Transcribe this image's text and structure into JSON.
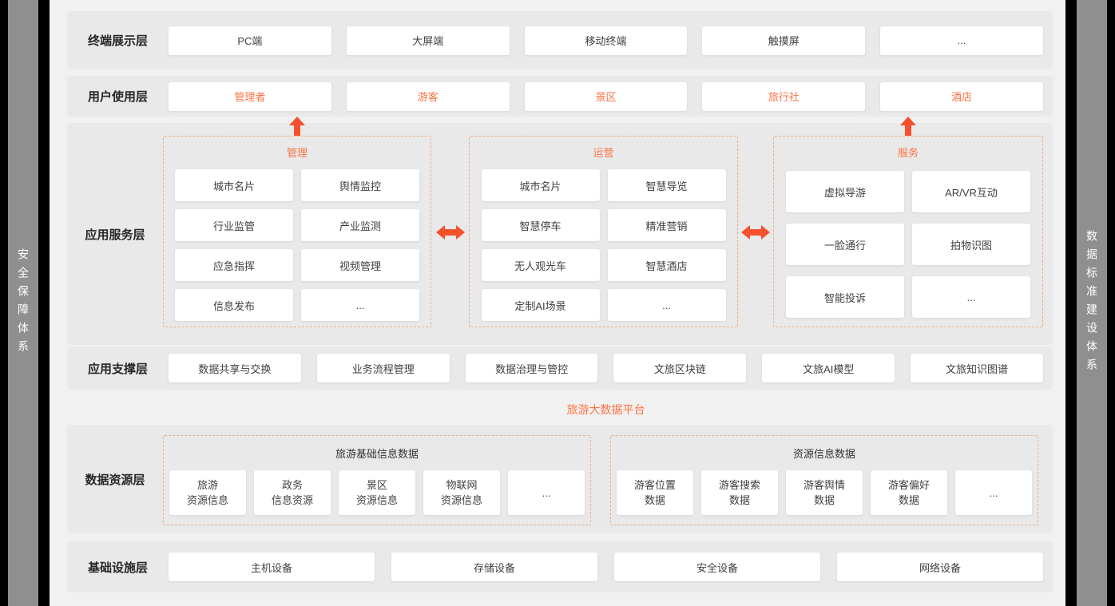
{
  "theme": {
    "accent_text": "#ff7243",
    "arrow_color": "#f4502c",
    "dashed_border": "#e9b089",
    "sidebar_bg": "#8f8f8f",
    "panel_bg": "#e9e9e9",
    "page_bg": "#f1f1f1"
  },
  "sidebars": {
    "left": "安全保障体系",
    "right": "数据标准建设体系"
  },
  "layers": {
    "terminal": {
      "label": "终端展示层",
      "items": [
        "PC端",
        "大屏端",
        "移动终端",
        "触摸屏",
        "..."
      ]
    },
    "users": {
      "label": "用户使用层",
      "items": [
        "管理者",
        "游客",
        "景区",
        "旅行社",
        "酒店"
      ]
    },
    "app_service": {
      "label": "应用服务层",
      "groups": [
        {
          "title": "管理",
          "items": [
            "城市名片",
            "舆情监控",
            "行业监管",
            "产业监测",
            "应急指挥",
            "视频管理",
            "信息发布",
            "..."
          ]
        },
        {
          "title": "运营",
          "items": [
            "城市名片",
            "智慧导览",
            "智慧停车",
            "精准营销",
            "无人观光车",
            "智慧酒店",
            "定制AI场景",
            "..."
          ]
        },
        {
          "title": "服务",
          "items": [
            "虚拟导游",
            "AR/VR互动",
            "一脸通行",
            "拍物识图",
            "智能投诉",
            "..."
          ]
        }
      ]
    },
    "app_support": {
      "label": "应用支撑层",
      "items": [
        "数据共享与交换",
        "业务流程管理",
        "数据治理与管控",
        "文旅区块链",
        "文旅AI模型",
        "文旅知识图谱"
      ]
    },
    "platform": {
      "label": "旅游大数据平台"
    },
    "data_resource": {
      "label": "数据资源层",
      "groups": [
        {
          "title": "旅游基础信息数据",
          "items": [
            "旅游\n资源信息",
            "政务\n信息资源",
            "景区\n资源信息",
            "物联网\n资源信息",
            "..."
          ]
        },
        {
          "title": "资源信息数据",
          "items": [
            "游客位置\n数据",
            "游客搜索\n数据",
            "游客舆情\n数据",
            "游客偏好\n数据",
            "..."
          ]
        }
      ]
    },
    "infrastructure": {
      "label": "基础设施层",
      "items": [
        "主机设备",
        "存储设备",
        "安全设备",
        "网络设备"
      ]
    }
  }
}
